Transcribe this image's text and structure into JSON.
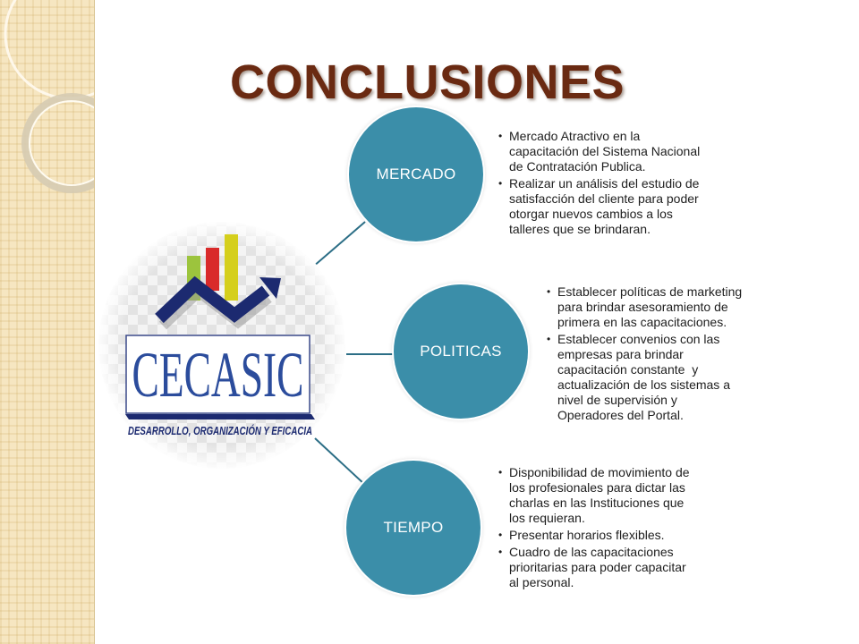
{
  "slide": {
    "title": "CONCLUSIONES",
    "colors": {
      "title": "#6a2a12",
      "node_fill": "#3b8ea9",
      "connector": "#2c6e86",
      "sidebar": "#f6e6c1",
      "text": "#1e1e1e"
    }
  },
  "logo": {
    "name": "CECASIC",
    "tagline": "DESARROLLO, ORGANIZACIÓN Y EFICACIA",
    "bar_colors": [
      "#9cc43d",
      "#d92a2a",
      "#d5cf1c"
    ],
    "arrow_color": "#1c2a70",
    "text_color": "#2b4c9c"
  },
  "nodes": [
    {
      "label": "MERCADO",
      "bullets": [
        "Mercado Atractivo en la capacitación del Sistema Nacional de Contratación Publica.",
        "Realizar un análisis del estudio de satisfacción del cliente para poder otorgar nuevos cambios a los talleres que se brindaran."
      ]
    },
    {
      "label": "POLITICAS",
      "bullets": [
        "Establecer políticas de marketing para brindar asesoramiento de primera en las capacitaciones.",
        "Establecer convenios con las empresas para brindar capacitación constante  y actualización de los sistemas a nivel de supervisión y Operadores del Portal."
      ]
    },
    {
      "label": "TIEMPO",
      "bullets": [
        "Disponibilidad de movimiento de los profesionales para dictar las charlas en las Instituciones que los requieran.",
        "Presentar horarios flexibles.",
        "Cuadro de las capacitaciones prioritarias para poder capacitar al personal."
      ]
    }
  ]
}
